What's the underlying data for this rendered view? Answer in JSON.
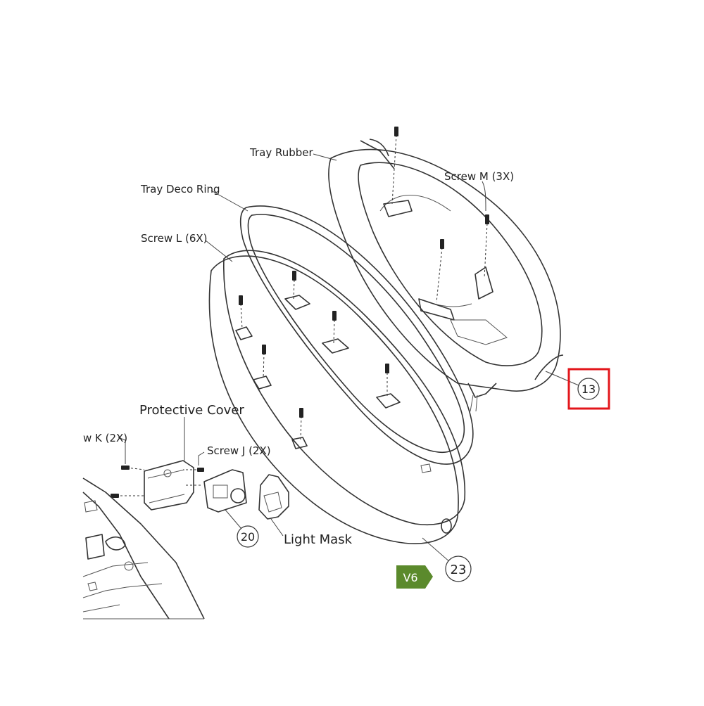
{
  "labels": {
    "tray_rubber": "Tray Rubber",
    "tray_deco_ring": "Tray Deco Ring",
    "screw_l": "Screw L (6X)",
    "screw_m": "Screw M (3X)",
    "protective_cover": "Protective Cover",
    "screw_k": "w K (2X)",
    "screw_j": "Screw J (2X)",
    "light_mask": "Light Mask"
  },
  "callouts": {
    "c13": "13",
    "c20": "20",
    "c23": "23"
  },
  "version_tag": "V6",
  "colors": {
    "highlight": "#e3161b",
    "version_tag": "#5b8a2c",
    "line": "#333333"
  }
}
